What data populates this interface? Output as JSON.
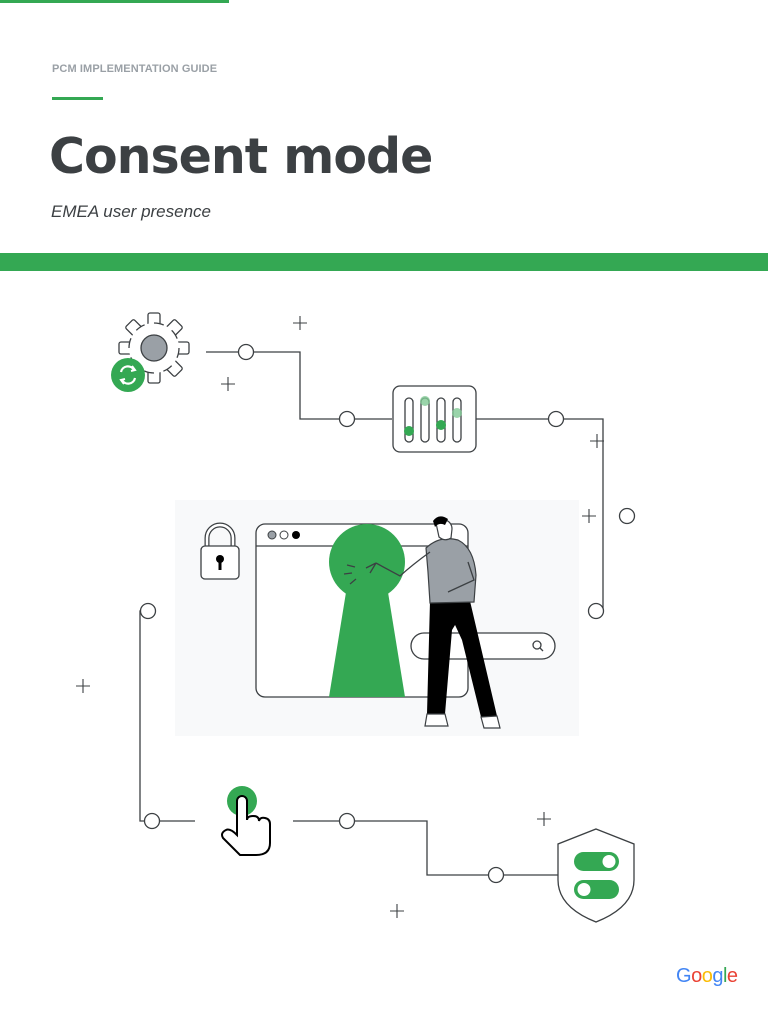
{
  "header": {
    "kicker": "PCM IMPLEMENTATION GUIDE",
    "title": "Consent mode",
    "subtitle": "EMEA user presence"
  },
  "colors": {
    "accent_green": "#34a853",
    "text_dark": "#3c4043",
    "text_muted": "#9aa0a6"
  },
  "illustration": {
    "icons": [
      "gear-refresh-icon",
      "sliders-icon",
      "lock-icon",
      "browser-window-icon",
      "keyhole-icon",
      "person-figure",
      "search-bar-icon",
      "tap-hand-icon",
      "shield-toggles-icon"
    ]
  },
  "footer": {
    "logo_letters": [
      "G",
      "o",
      "o",
      "g",
      "l",
      "e"
    ]
  }
}
